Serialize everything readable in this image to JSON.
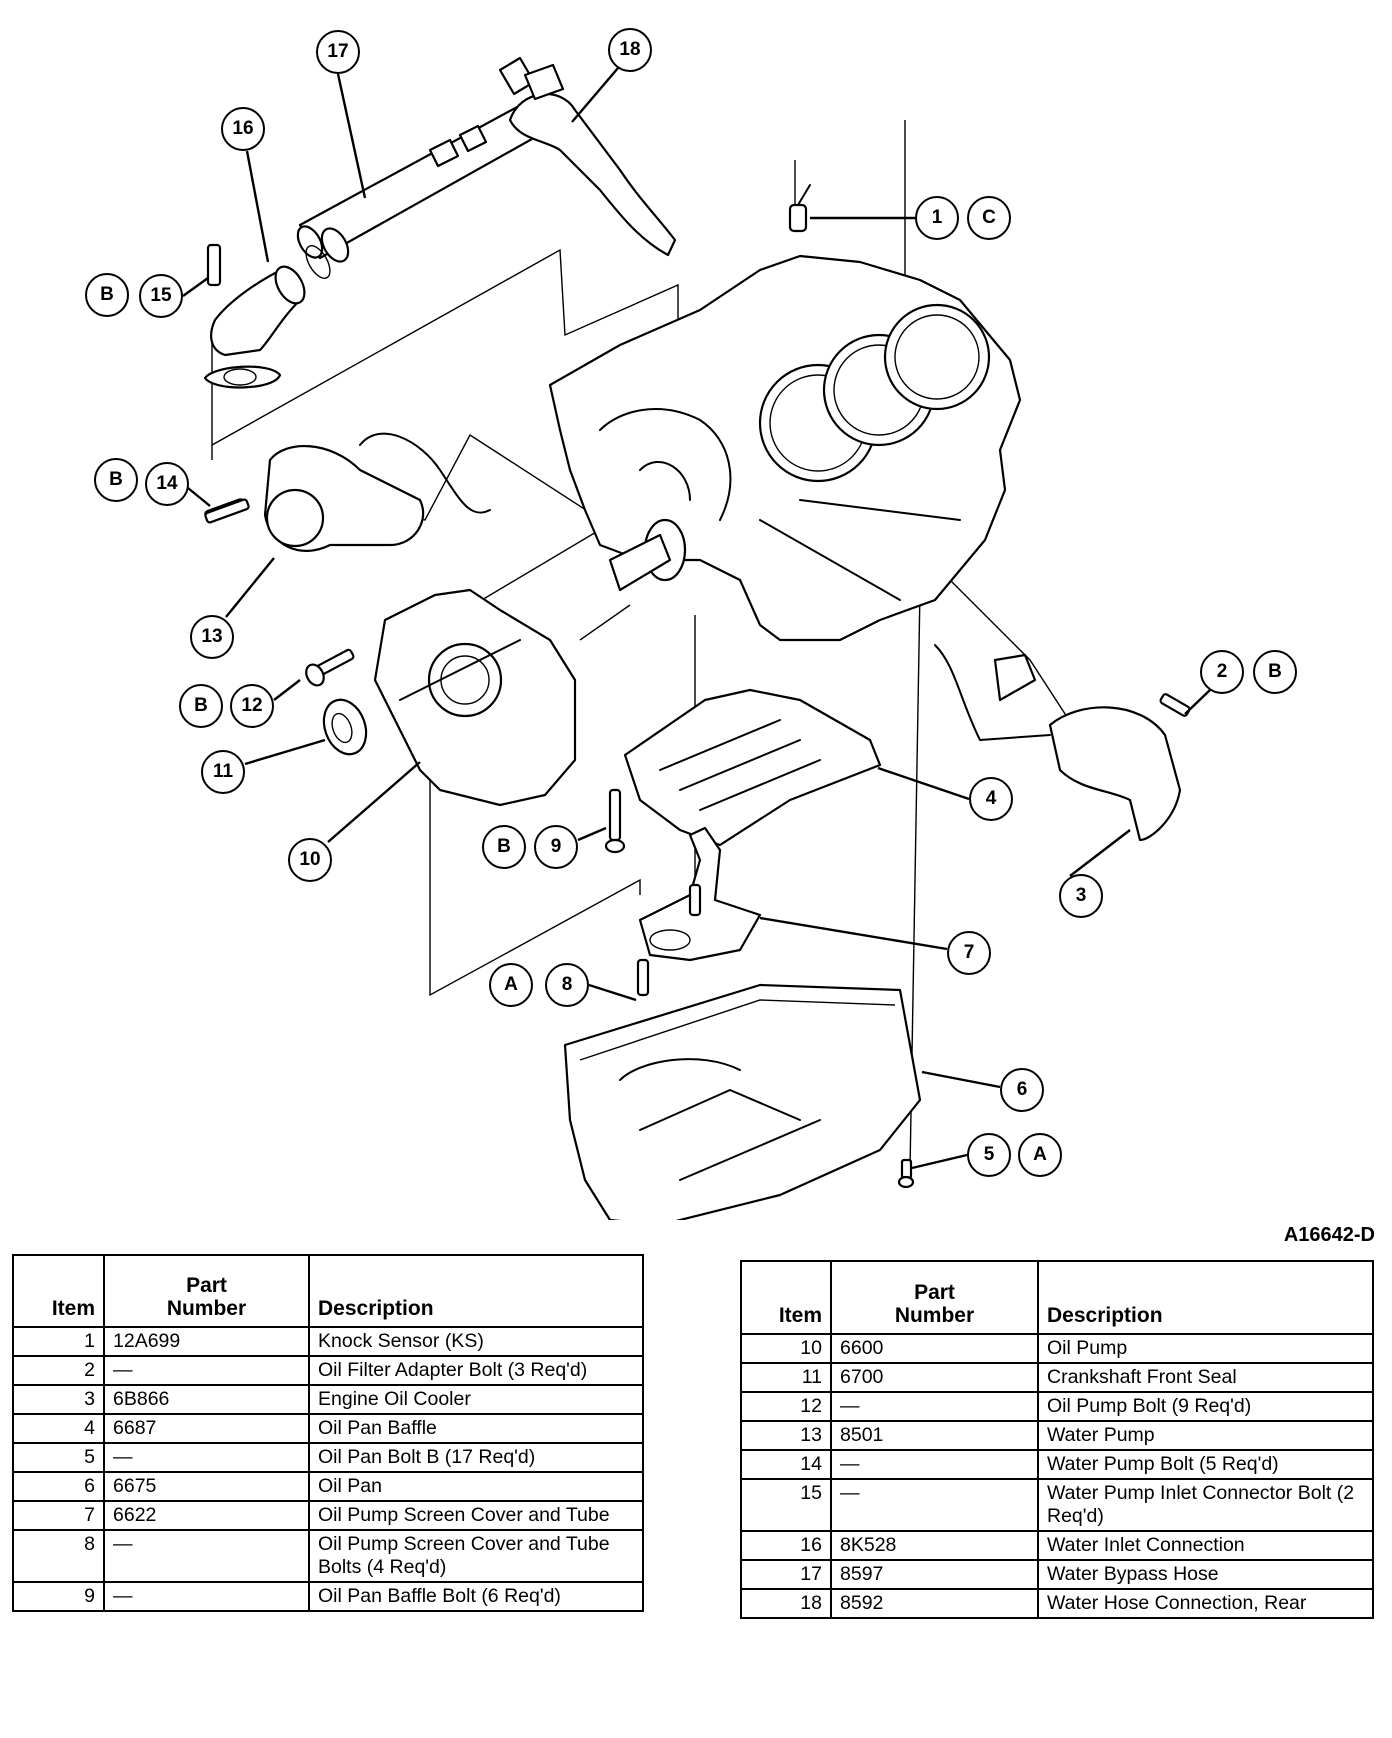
{
  "figure": {
    "id": "A16642-D",
    "subject": "Engine block exploded view"
  },
  "callouts": [
    {
      "label": "17",
      "ref_item": 17
    },
    {
      "label": "18",
      "ref_item": 18
    },
    {
      "label": "16",
      "ref_item": 16
    },
    {
      "label": "B",
      "ref_letter": "B"
    },
    {
      "label": "15",
      "ref_item": 15
    },
    {
      "label": "1",
      "ref_item": 1
    },
    {
      "label": "C",
      "ref_letter": "C"
    },
    {
      "label": "B",
      "ref_letter": "B"
    },
    {
      "label": "14",
      "ref_item": 14
    },
    {
      "label": "13",
      "ref_item": 13
    },
    {
      "label": "B",
      "ref_letter": "B"
    },
    {
      "label": "12",
      "ref_item": 12
    },
    {
      "label": "11",
      "ref_item": 11
    },
    {
      "label": "10",
      "ref_item": 10
    },
    {
      "label": "2",
      "ref_item": 2
    },
    {
      "label": "B",
      "ref_letter": "B"
    },
    {
      "label": "4",
      "ref_item": 4
    },
    {
      "label": "B",
      "ref_letter": "B"
    },
    {
      "label": "9",
      "ref_item": 9
    },
    {
      "label": "3",
      "ref_item": 3
    },
    {
      "label": "7",
      "ref_item": 7
    },
    {
      "label": "A",
      "ref_letter": "A"
    },
    {
      "label": "8",
      "ref_item": 8
    },
    {
      "label": "6",
      "ref_item": 6
    },
    {
      "label": "5",
      "ref_item": 5
    },
    {
      "label": "A",
      "ref_letter": "A"
    }
  ],
  "tables": {
    "headers": {
      "item": "Item",
      "part_line1": "Part",
      "part_line2": "Number",
      "description": "Description"
    },
    "left": [
      {
        "item": "1",
        "part": "12A699",
        "desc": "Knock Sensor (KS)"
      },
      {
        "item": "2",
        "part": "—",
        "desc": "Oil Filter Adapter Bolt (3 Req'd)"
      },
      {
        "item": "3",
        "part": "6B866",
        "desc": "Engine Oil Cooler"
      },
      {
        "item": "4",
        "part": "6687",
        "desc": "Oil Pan Baffle"
      },
      {
        "item": "5",
        "part": "—",
        "desc": "Oil Pan Bolt B (17 Req'd)"
      },
      {
        "item": "6",
        "part": "6675",
        "desc": "Oil Pan"
      },
      {
        "item": "7",
        "part": "6622",
        "desc": "Oil Pump Screen Cover and Tube"
      },
      {
        "item": "8",
        "part": "—",
        "desc": "Oil Pump Screen Cover and Tube Bolts (4 Req'd)"
      },
      {
        "item": "9",
        "part": "—",
        "desc": "Oil Pan Baffle Bolt (6 Req'd)"
      }
    ],
    "right": [
      {
        "item": "10",
        "part": "6600",
        "desc": "Oil Pump"
      },
      {
        "item": "11",
        "part": "6700",
        "desc": "Crankshaft Front Seal"
      },
      {
        "item": "12",
        "part": "—",
        "desc": "Oil Pump Bolt (9 Req'd)"
      },
      {
        "item": "13",
        "part": "8501",
        "desc": "Water Pump"
      },
      {
        "item": "14",
        "part": "—",
        "desc": "Water Pump Bolt (5 Req'd)"
      },
      {
        "item": "15",
        "part": "—",
        "desc": "Water Pump Inlet Connector Bolt (2 Req'd)"
      },
      {
        "item": "16",
        "part": "8K528",
        "desc": "Water Inlet Connection"
      },
      {
        "item": "17",
        "part": "8597",
        "desc": "Water Bypass Hose"
      },
      {
        "item": "18",
        "part": "8592",
        "desc": "Water Hose Connection, Rear"
      }
    ]
  }
}
